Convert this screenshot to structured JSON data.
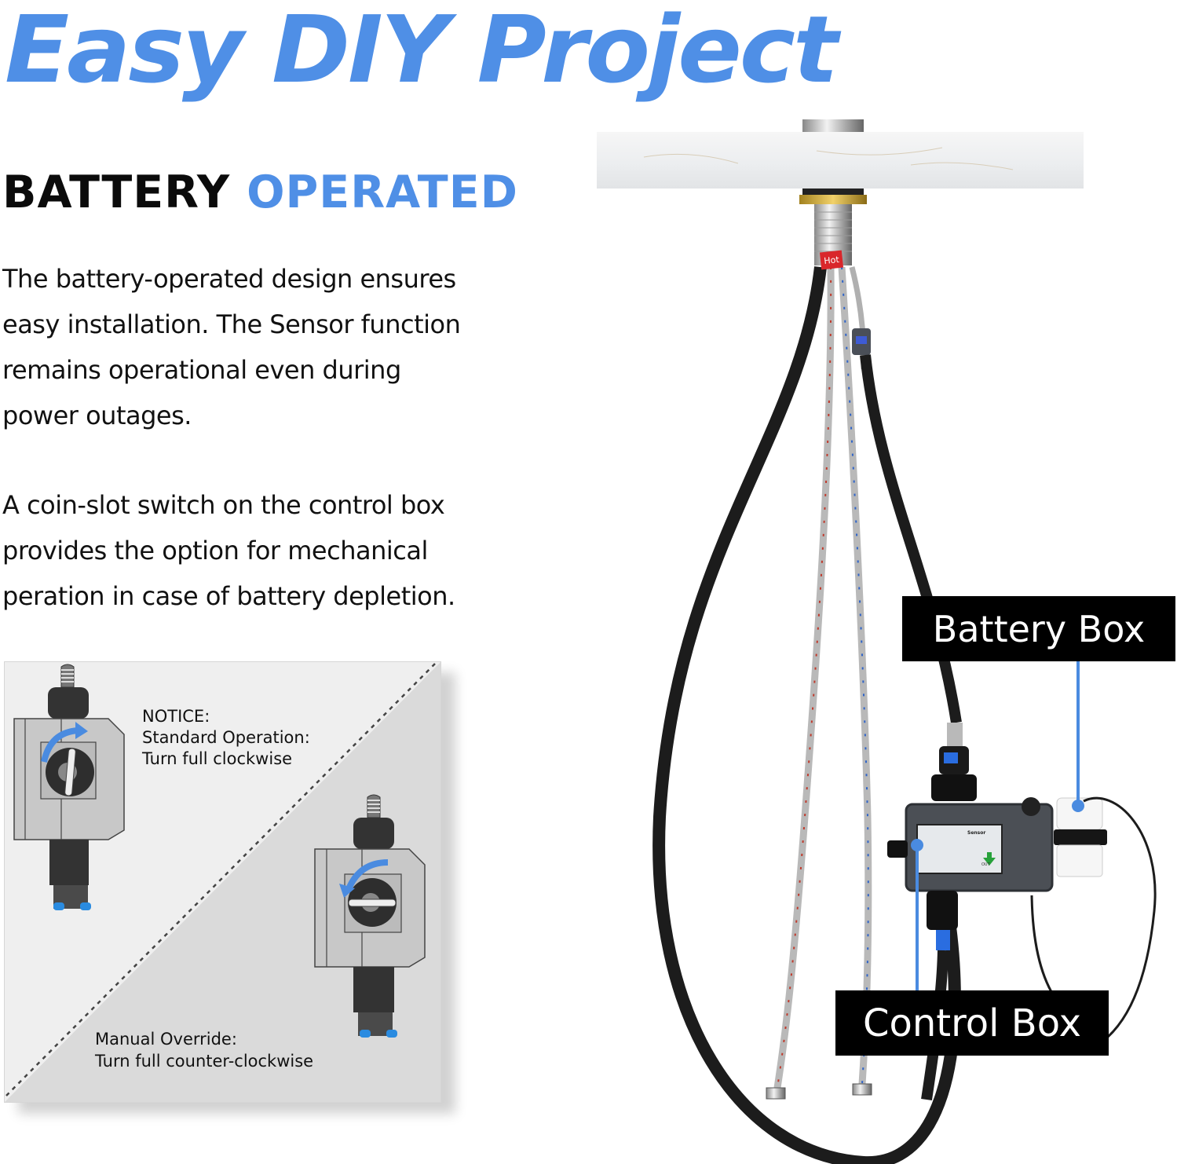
{
  "hero": {
    "title": "Easy DIY Project"
  },
  "section": {
    "heading_dark": "BATTERY",
    "heading_accent": "OPERATED"
  },
  "paragraph1": {
    "lines": [
      "The battery-operated design ensures",
      "easy installation. The Sensor function",
      "remains operational even during",
      "power outages."
    ]
  },
  "paragraph2": {
    "lines": [
      "A coin-slot switch on the control box",
      "provides the option for mechanical",
      "peration in case of battery depletion."
    ]
  },
  "illustration": {
    "notice_lines": [
      "NOTICE:",
      "Standard Operation:",
      "Turn full clockwise"
    ],
    "override_lines": [
      "Manual Override:",
      "Turn full counter-clockwise"
    ]
  },
  "product": {
    "battery_box_label": "Battery Box",
    "control_box_label": "Control Box",
    "hot_tag": "Hot",
    "device_brand": "Sensor",
    "out_label": "OUT"
  },
  "colors": {
    "accent_blue": "#4f8fe6",
    "callout_bg": "#000000",
    "leader_blue": "#4a8be0",
    "hot_red": "#d9262b"
  }
}
